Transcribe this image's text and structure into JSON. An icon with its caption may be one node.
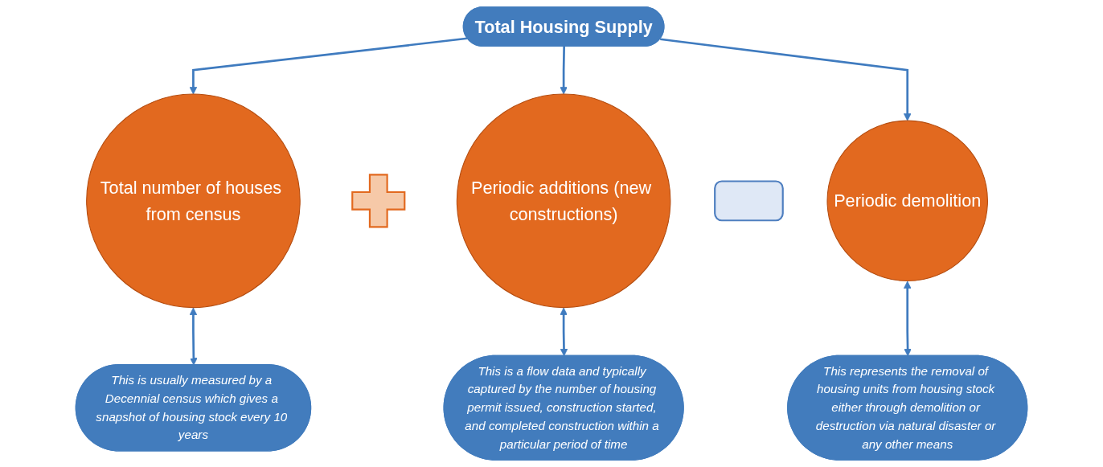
{
  "diagram": {
    "nodes": [
      {
        "text": [
          "Total Housing Supply"
        ]
      },
      {
        "text": [
          "Total number of houses from census"
        ]
      },
      {
        "text": [],
        "shape": "cross"
      },
      {
        "text": [
          "Periodic additions (new constructions)"
        ]
      },
      {
        "text": [],
        "shape": "box"
      },
      {
        "text": [
          "Periodic demolition"
        ]
      },
      {
        "text": [
          "This is usually measured by a Decennial census which gives a snapshot of housing stock every 10 years"
        ]
      },
      {
        "text": [
          "This is a flow data and typically captured by the number of housing permit issued, construction started, and completed construction within a particular period of time"
        ]
      },
      {
        "text": [
          "This represents the removal of housing units from housing stock either through demolition or destruction via natural disaster or any other means"
        ]
      }
    ],
    "edges": [
      {
        "from": 0,
        "to": 1,
        "arrow": "to"
      },
      {
        "from": 0,
        "to": 3,
        "arrow": "to"
      },
      {
        "from": 0,
        "to": 5,
        "arrow": "to"
      },
      {
        "from": 1,
        "to": 6,
        "arrow": "both"
      },
      {
        "from": 3,
        "to": 7,
        "arrow": "both"
      },
      {
        "from": 5,
        "to": 8,
        "arrow": "both"
      }
    ]
  }
}
